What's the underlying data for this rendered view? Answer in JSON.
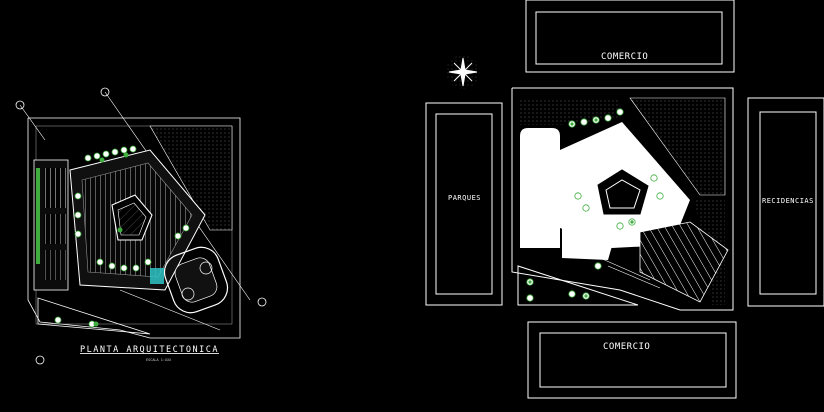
{
  "drawing": {
    "background": "#000000",
    "line_color": "#ffffff",
    "vegetation_color": "#3fae3f",
    "water_color": "#2ec4c4"
  },
  "floor_plan": {
    "title": "PLANTA ARQUITECTONICA",
    "scale_note": "ESCALA 1:XXX"
  },
  "site_plan": {
    "labels": {
      "top_block": "COMERCIO",
      "left_block": "PARQUES",
      "right_block": "RECIDENCIAS",
      "bottom_block": "COMERCIO"
    },
    "north_icon": "north-arrow-star-icon"
  }
}
